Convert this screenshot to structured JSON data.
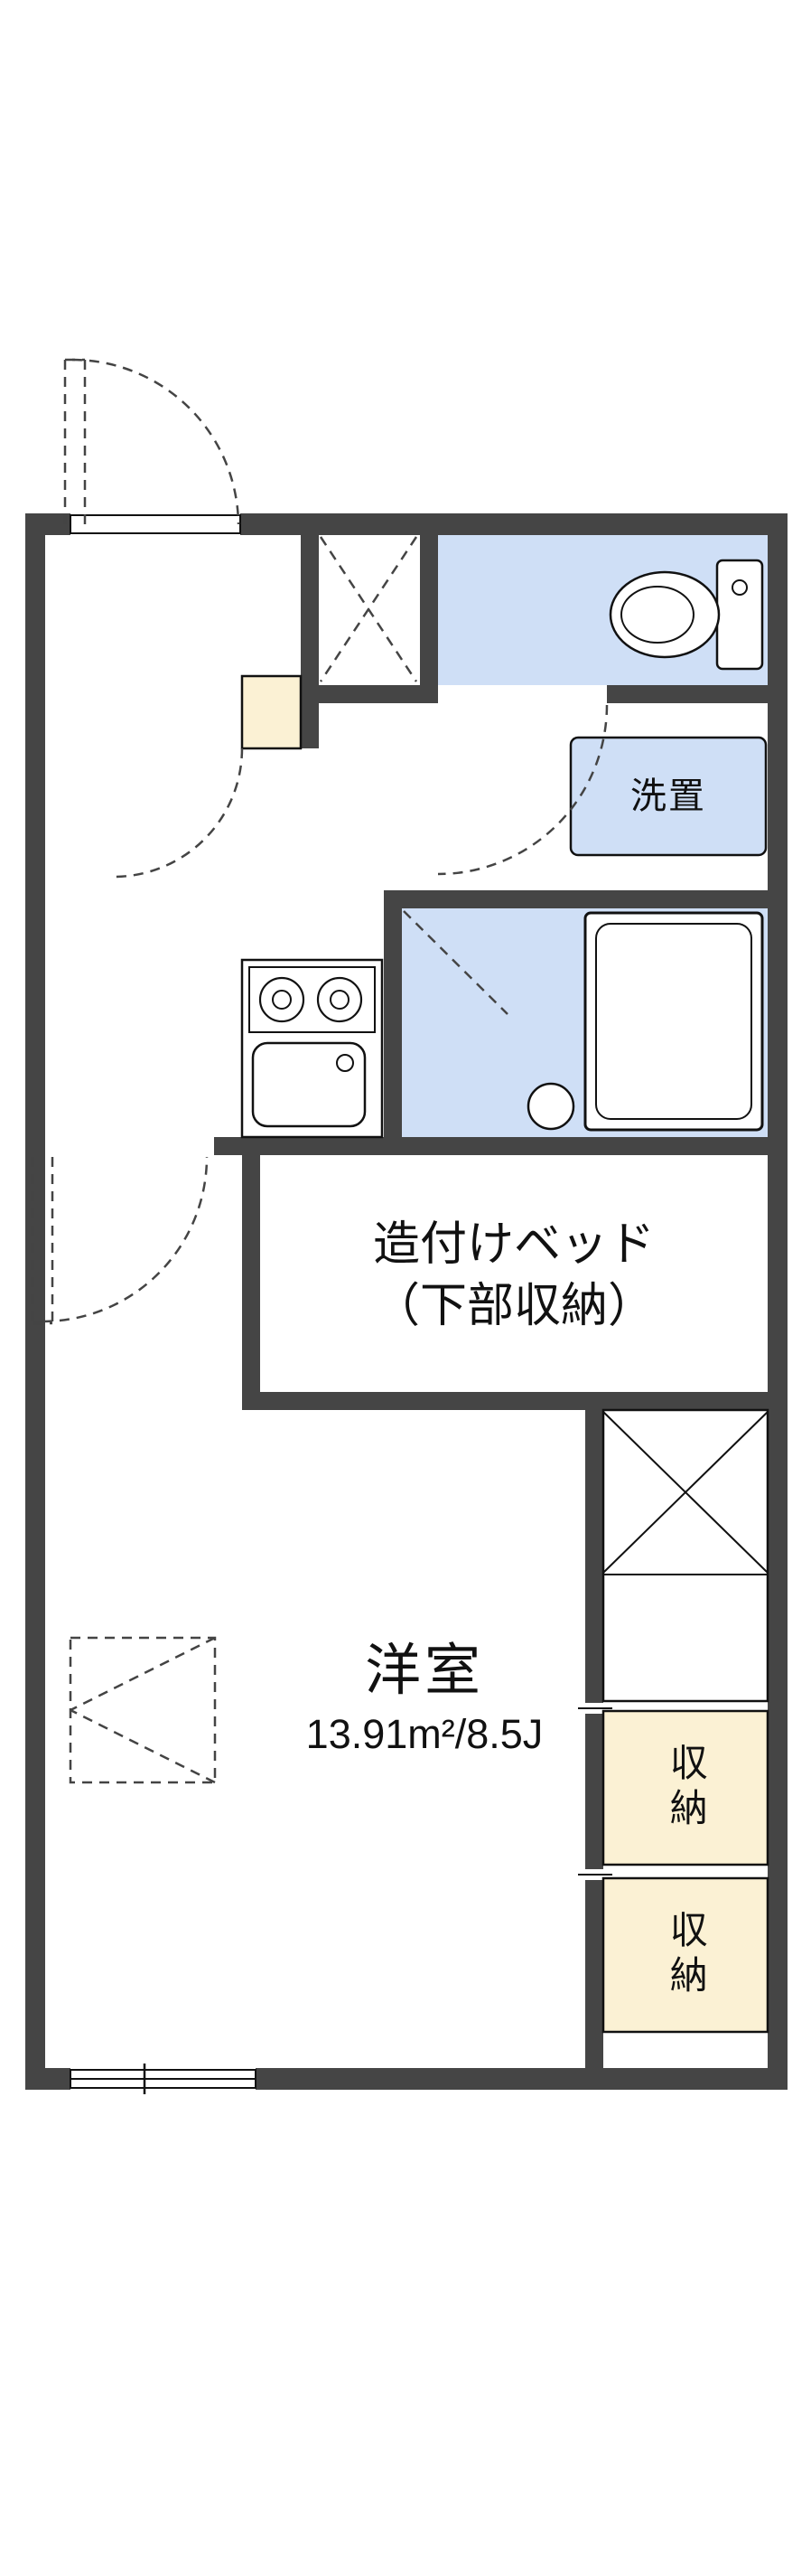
{
  "floorplan": {
    "rooms": {
      "washer_area": {
        "label": "洗置"
      },
      "built_in_bed": {
        "line1": "造付けベッド",
        "line2": "（下部収納）"
      },
      "western_room": {
        "name": "洋室",
        "size": "13.91m²/8.5J"
      },
      "storage_top": {
        "label": "収納"
      },
      "storage_bottom": {
        "label": "収納"
      }
    },
    "colors": {
      "wall": "#454545",
      "blue": "#cfdff6",
      "cream": "#fbf1d4",
      "line": "#111111",
      "dash": "#444444",
      "paper": "#ffffff"
    }
  }
}
